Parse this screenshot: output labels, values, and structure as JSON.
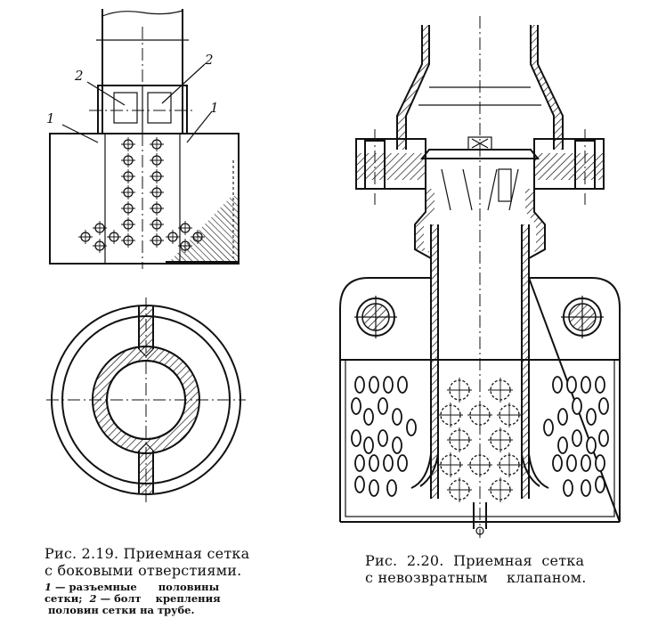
{
  "figure_left": {
    "labels": {
      "pipe_half": "1",
      "half_right": "1",
      "bolt_left": "2",
      "bolt_right": "2"
    },
    "caption": {
      "title_line1": "Рис. 2.19. Приемная сетка",
      "title_line2": "с боковыми отверстиями.",
      "legend_line1_num": "1",
      "legend_line1_text": " — разъемные      половины",
      "legend_line2_a": "сетки;  ",
      "legend_line2_num": "2",
      "legend_line2_b": " — болт    крепления",
      "legend_line3": "половин сетки на трубе."
    }
  },
  "figure_right": {
    "caption": {
      "title_line1": "Рис.  2.20.  Приемная  сетка",
      "title_line2": "с невозвратным    клапаном."
    }
  }
}
